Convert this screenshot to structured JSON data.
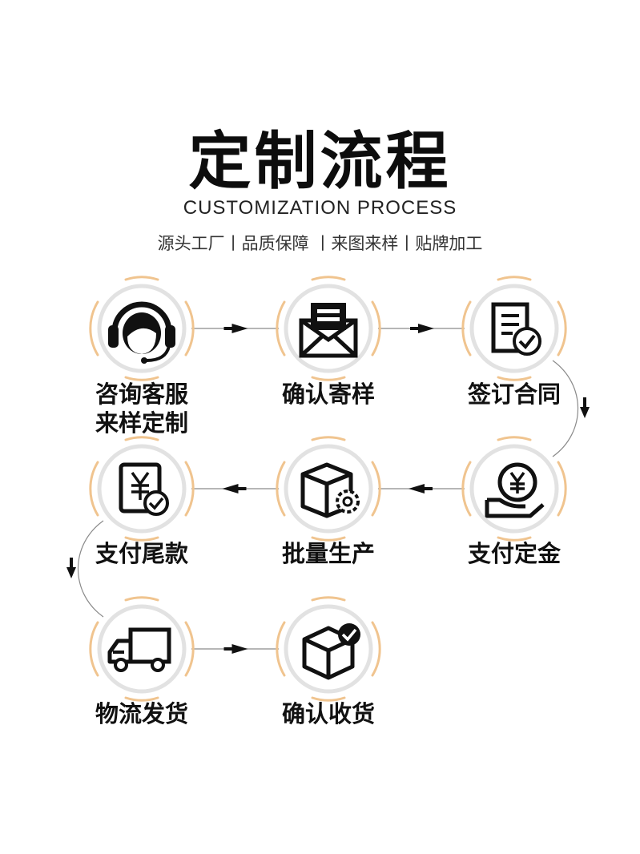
{
  "header": {
    "title": "定制流程",
    "subtitle": "CUSTOMIZATION PROCESS",
    "tagline": "源头工厂丨品质保障 丨来图来样丨贴牌加工"
  },
  "colors": {
    "accent": "#F0C48F",
    "ink": "#111111",
    "connector": "#8A8A8A"
  },
  "steps": [
    {
      "icon": "customer-service-headset-icon",
      "line1": "咨询客服",
      "line2": "来样定制"
    },
    {
      "icon": "envelope-icon",
      "line1": "确认寄样",
      "line2": ""
    },
    {
      "icon": "contract-check-icon",
      "line1": "签订合同",
      "line2": ""
    },
    {
      "icon": "yen-hand-icon",
      "line1": "支付定金",
      "line2": ""
    },
    {
      "icon": "box-gear-icon",
      "line1": "批量生产",
      "line2": ""
    },
    {
      "icon": "yen-receipt-icon",
      "line1": "支付尾款",
      "line2": ""
    },
    {
      "icon": "delivery-truck-icon",
      "line1": "物流发货",
      "line2": ""
    },
    {
      "icon": "box-check-icon",
      "line1": "确认收货",
      "line2": ""
    }
  ]
}
